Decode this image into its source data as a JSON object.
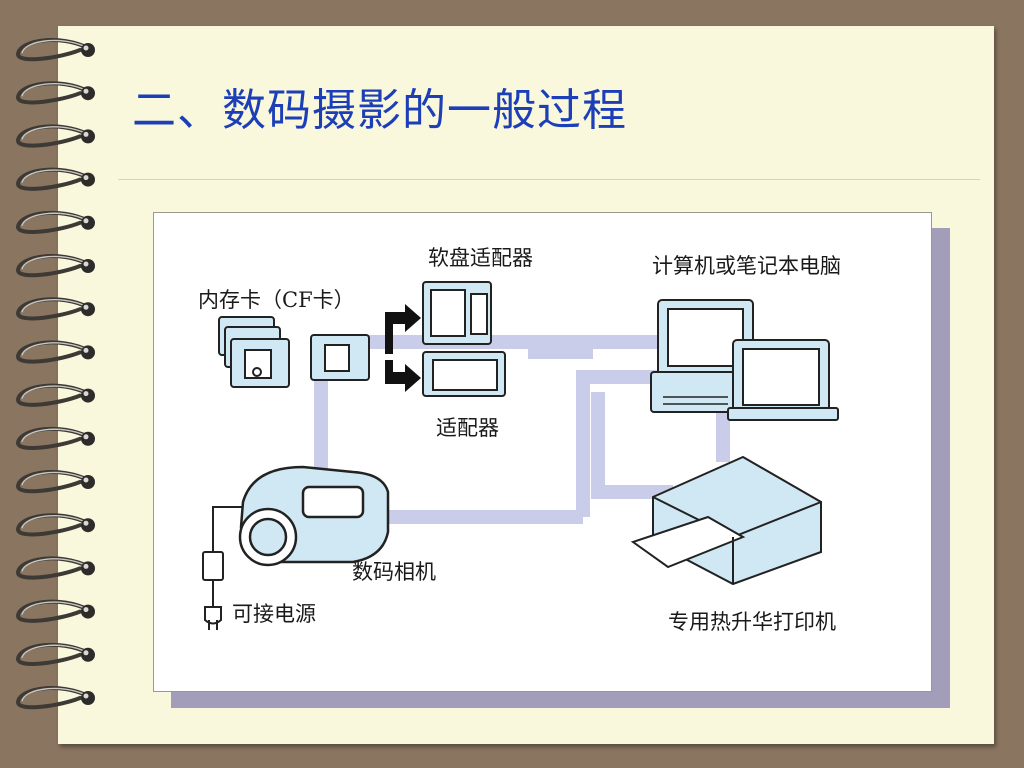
{
  "slide": {
    "title": "二、数码摄影的一般过程"
  },
  "diagram": {
    "labels": {
      "floppy_adapter": "软盘适配器",
      "computer": "计算机或笔记本电脑",
      "memory_card": "内存卡（CF卡）",
      "adapter": "适配器",
      "digital_camera": "数码相机",
      "power_source": "可接电源",
      "printer": "专用热升华打印机"
    }
  },
  "colors": {
    "background": "#8a7560",
    "paper": "#f9f7dc",
    "title": "#1c3fb8",
    "connector": "#c9cde9",
    "device_fill": "#cfe8f4",
    "shadow": "#a29db8"
  }
}
